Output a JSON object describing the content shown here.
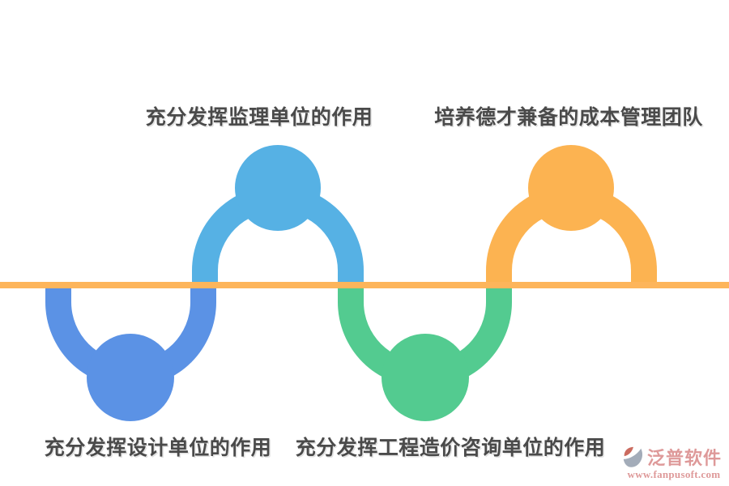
{
  "page": {
    "background": "#FFFFFF"
  },
  "diagram": {
    "type": "process-wave-timeline",
    "baseline_color": "#FDB55B",
    "label_color": "#4A4A4A",
    "nodes": [
      {
        "label": "充分发挥设计单位的作用",
        "color": "#5B92E5",
        "position": "below-line"
      },
      {
        "label": "充分发挥监理单位的作用",
        "color": "#56B1E4",
        "position": "above-line"
      },
      {
        "label": "充分发挥工程造价咨询单位的作用",
        "color": "#53CB90",
        "position": "below-line"
      },
      {
        "label": "培养德才兼备的成本管理团队",
        "color": "#FCB351",
        "position": "above-line"
      }
    ]
  },
  "watermark": {
    "brand": "泛普软件",
    "url": "www.fanpusoft.com",
    "text_color": "#DB8F8F",
    "icon_gray": "#9AA4B2",
    "icon_red": "#C65B4E"
  }
}
